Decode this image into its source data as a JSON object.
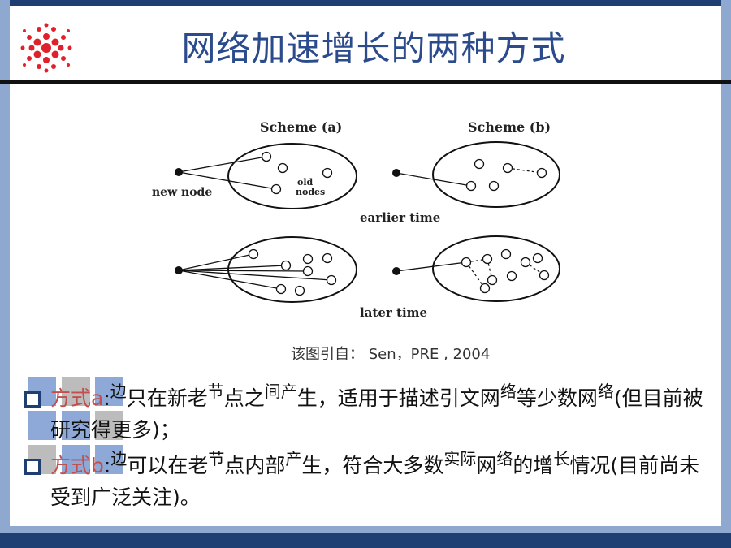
{
  "title": "网络加速增长的两种方式",
  "colors": {
    "accent": "#2b4b8c",
    "bullet_label": "#c0504d",
    "frame": "#1f3f73"
  },
  "figure": {
    "scheme_a": "Scheme (a)",
    "scheme_b": "Scheme (b)",
    "new_node": "new  node",
    "old_nodes_1": "old",
    "old_nodes_2": "nodes",
    "earlier_time": "earlier time",
    "later_time": "later time"
  },
  "citation": "该图引自： Sen，PRE , 2004",
  "bullets": [
    {
      "label": "方式a",
      "colon": ":",
      "parts": [
        "边",
        "只在新老",
        "节",
        "点之",
        "间产",
        "生，适用于描述引文网",
        "络",
        "等少数网",
        "络",
        "(但目前被研究得更多)；"
      ]
    },
    {
      "label": "方式b",
      "colon": ":",
      "parts": [
        "边",
        "可以在老",
        "节",
        "点内部",
        "产",
        "生，符合大多数",
        "实际",
        "网",
        "络",
        "的增",
        "长",
        "情况(目前尚未受到广泛关注)。"
      ]
    }
  ]
}
